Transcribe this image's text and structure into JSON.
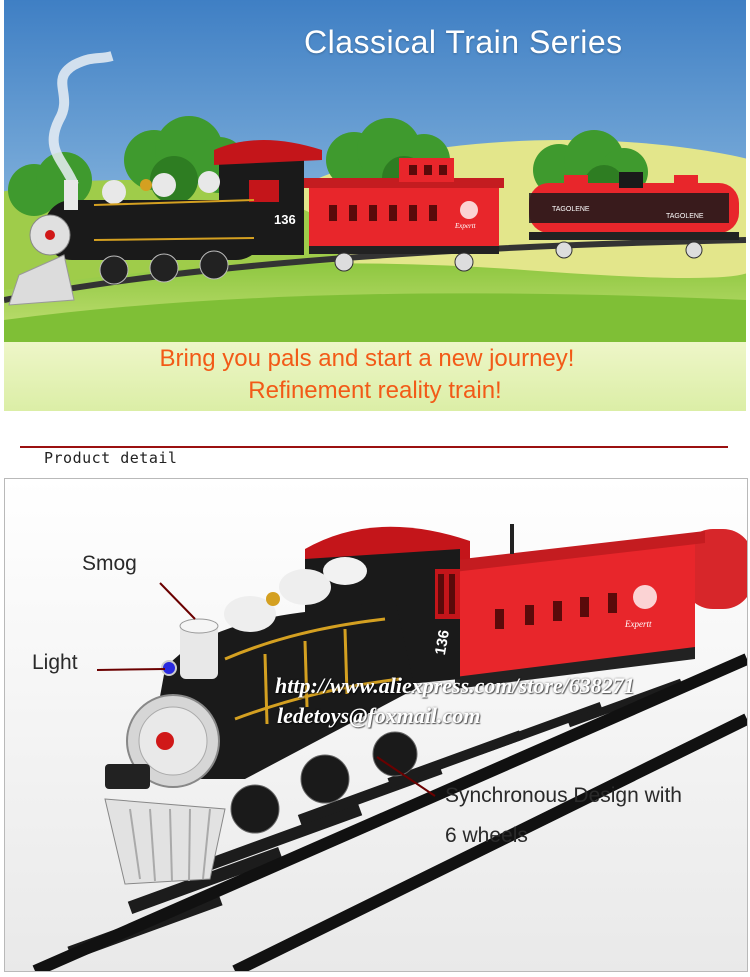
{
  "banner": {
    "title": "Classical Train Series",
    "tagline_1": "Bring you pals and start a new journey!",
    "tagline_2": "Refinement reality train!",
    "locomotive_number": "136",
    "car_brand": "Expertt",
    "tanker_label_1": "TAGOLENE",
    "tanker_label_2": "TAGOLENE"
  },
  "detail": {
    "section_label": "Product detail",
    "callouts": {
      "smog": "Smog",
      "light": "Light",
      "wheels_line_1": "Synchronous Design with",
      "wheels_line_2": "6 wheels"
    },
    "locomotive_number": "136",
    "car_brand": "Expertt",
    "watermark_url": "http://www.aliexpress.com/store/638271",
    "watermark_email": "ledetoys@foxmail.com"
  },
  "colors": {
    "tagline": "#f25a17",
    "divider": "#9b1010",
    "car_red": "#e8262b",
    "loco_black": "#1a1a1a"
  }
}
